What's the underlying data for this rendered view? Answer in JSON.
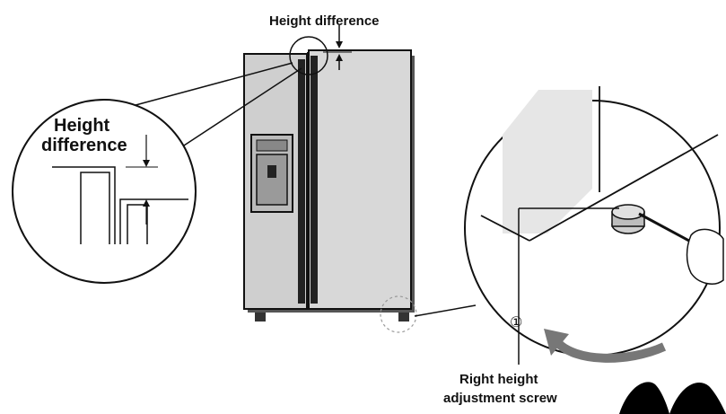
{
  "labels": {
    "height_difference_top": "Height difference",
    "inset_height": "Height",
    "inset_difference": "difference",
    "screw_line1": "Right height",
    "screw_line2": "adjustment screw",
    "step_marker": "①"
  },
  "colors": {
    "line": "#111111",
    "fridge_fill": "#cfcfcf",
    "fridge_door_fill": "#dcdcdc",
    "shadow": "#555555",
    "background": "#ffffff"
  }
}
